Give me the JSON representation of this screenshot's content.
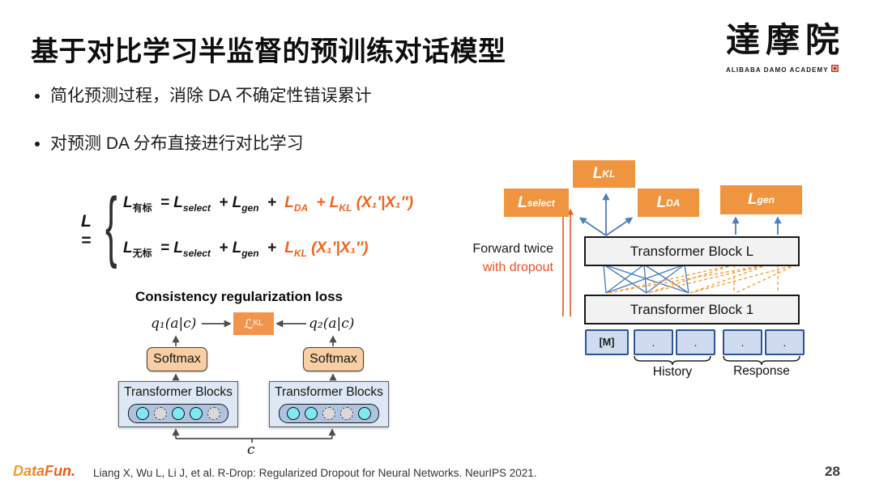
{
  "slide": {
    "title": "基于对比学习半监督的预训练对话模型",
    "bullets": [
      "简化预测过程，消除 DA 不确定性错误累计",
      "对预测 DA 分布直接进行对比学习"
    ],
    "page_number": "28"
  },
  "brand": {
    "name_cn": "達摩院",
    "name_en": "ALIBABA DAMO ACADEMY"
  },
  "footer": {
    "logo": "DataFun.",
    "citation": "Liang X, Wu L, Li J, et al. R-Drop: Regularized Dropout for Neural Networks. NeurIPS 2021."
  },
  "formula": {
    "lhs": "L",
    "eq": "=",
    "brace": "{",
    "line1": {
      "p1": "L",
      "p1sub": "有标",
      "p2": "= L",
      "p2sub": "select",
      "p3": "+ L",
      "p3sub": "gen",
      "p4": "+",
      "o1": "L",
      "o1sub": "DA",
      "o2": "+ L",
      "o2sub": "KL",
      "o3": "(X₁′|X₁′′)"
    },
    "line2": {
      "p1": "L",
      "p1sub": "无标",
      "p2": "= L",
      "p2sub": "select",
      "p3": "+ L",
      "p3sub": "gen",
      "p4": "+",
      "o1": "L",
      "o1sub": "KL",
      "o2": "(X₁′|X₁′′)"
    }
  },
  "left_diagram": {
    "title": "Consistency regularization loss",
    "q1": "q₁(a|c)",
    "q2": "q₂(a|c)",
    "kl": "ℒ",
    "kl_sub": "KL",
    "softmax_left": "Softmax",
    "softmax_right": "Softmax",
    "blocks_left": "Transformer Blocks",
    "blocks_right": "Transformer Blocks",
    "context": "c",
    "circle_pattern_left": [
      "on",
      "off",
      "on",
      "on",
      "off"
    ],
    "circle_pattern_right": [
      "on",
      "on",
      "off",
      "off",
      "on"
    ]
  },
  "right_diagram": {
    "loss_select": {
      "base": "L",
      "sub": "select"
    },
    "loss_kl": {
      "base": "L",
      "sub": "KL"
    },
    "loss_da": {
      "base": "L",
      "sub": "DA"
    },
    "loss_gen": {
      "base": "L",
      "sub": "gen"
    },
    "forward_twice": "Forward twice",
    "with_dropout": "with dropout",
    "block_top": "Transformer Block L",
    "block_bottom": "Transformer Block 1",
    "tokens": [
      "[M]",
      ".",
      ".",
      ".",
      "."
    ],
    "history": "History",
    "response": "Response"
  },
  "colors": {
    "loss_box_orange": "#F0953F",
    "formula_orange": "#F4621C",
    "dropout_text_orange": "#EE4F21",
    "arrow_blue": "#4C7EC0",
    "dashed_orange": "#F6A13C",
    "gray_arrow": "#4D4D4D",
    "token_fill": "#CFDCEF",
    "token_border": "#2E5395",
    "cyan_circle": "#7FE8F0",
    "softmax_fill": "#F8CFA4",
    "block_fill": "#DEE8F4"
  }
}
